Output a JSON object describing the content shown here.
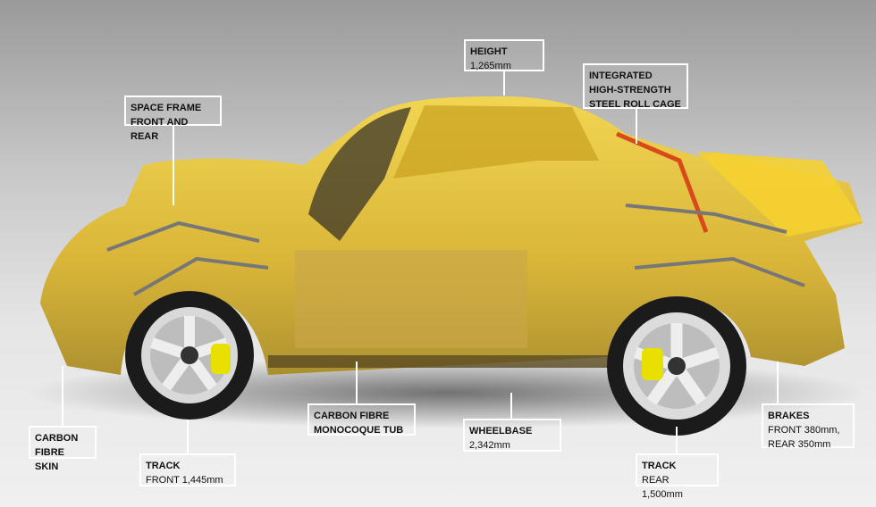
{
  "labels": {
    "height": {
      "title": "HEIGHT",
      "value": "1,265mm"
    },
    "roll_cage": {
      "title": "INTEGRATED\nHIGH-STRENGTH\nSTEEL ROLL CAGE"
    },
    "space_frame": {
      "title": "SPACE FRAME\nFRONT AND REAR"
    },
    "carbon_skin": {
      "title": "CARBON\nFIBRE SKIN"
    },
    "track_front": {
      "title": "TRACK",
      "value": "FRONT 1,445mm"
    },
    "monocoque": {
      "title": "CARBON FIBRE\nMONOCOQUE TUB"
    },
    "wheelbase": {
      "title": "WHEELBASE",
      "value": "2,342mm"
    },
    "brakes": {
      "title": "BRAKES",
      "value": "FRONT 380mm,\nREAR 350mm"
    },
    "track_rear": {
      "title": "TRACK",
      "value": "REAR 1,500mm"
    }
  },
  "colors": {
    "body": "#f2c81a",
    "brake_caliper": "#e8e000",
    "accent": "#d84a1a"
  }
}
